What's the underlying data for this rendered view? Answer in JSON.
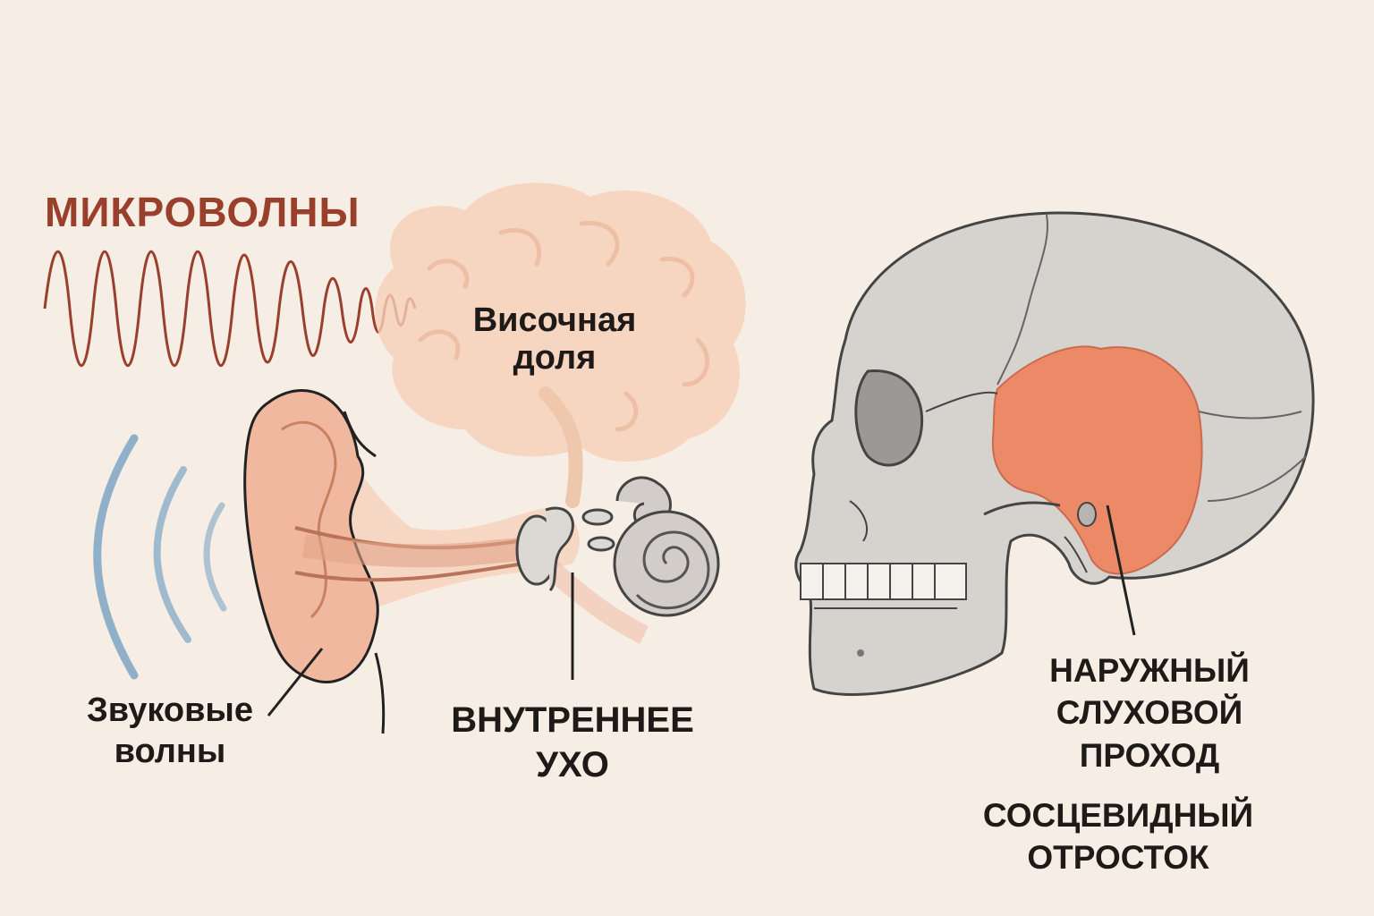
{
  "labels": {
    "microwaves": "МИКРОВОЛНЫ",
    "temporal_lobe": "Височная доля",
    "sound_waves": "Звуковые волны",
    "inner_ear": "ВНУТРЕННЕЕ УХО",
    "external_auditory_canal": "НАРУЖНЫЙ СЛУХОВОЙ ПРОХОД",
    "mastoid_process": "СОСЦЕВИДНЫЙ ОТРОСТОК"
  },
  "colors": {
    "background": "#f6ede4",
    "microwave": "#9a3f2b",
    "sound_wave": "#8fb0c8",
    "brain": "#f6cfb6",
    "ear": "#efb89f",
    "skull": "#d6d3cf",
    "temporal_bone": "#ec8a68",
    "cochlea": "#d2cdc8"
  },
  "icons": [
    "microwave-wave-icon",
    "sound-wave-icon",
    "brain-icon",
    "ear-icon",
    "cochlea-icon",
    "skull-icon"
  ]
}
